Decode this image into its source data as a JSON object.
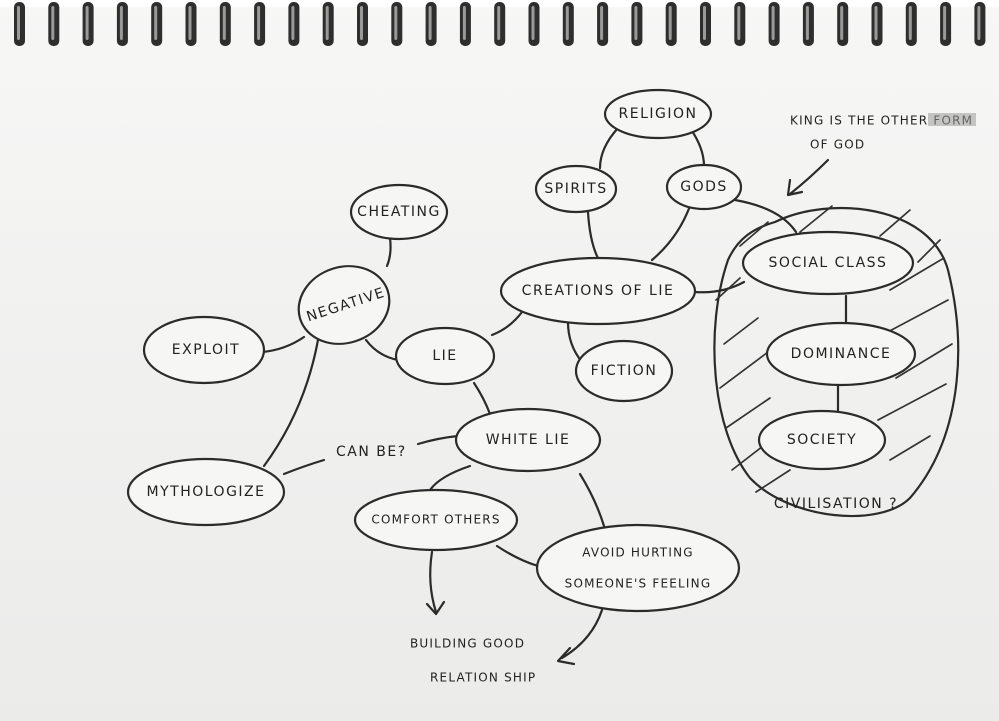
{
  "nodes": {
    "religion": "RELIGION",
    "spirits": "SPIRITS",
    "gods": "GODS",
    "cheating": "CHEATING",
    "negative": "NEGATIVE",
    "creations_of_lie": "CREATIONS OF LIE",
    "social_class": "SOCIAL CLASS",
    "exploit": "EXPLOIT",
    "lie": "LIE",
    "fiction": "FICTION",
    "dominance": "DOMINANCE",
    "society": "SOCIETY",
    "white_lie": "WHITE LIE",
    "mythologize": "MYTHOLOGIZE",
    "comfort_others": "COMFORT OTHERS",
    "avoid_hurting_line1": "AVOID HURTING",
    "avoid_hurting_line2": "SOMEONE'S FEELING"
  },
  "annotations": {
    "king_note_line1": "KING IS THE OTHER FORM",
    "king_note_line2": "OF GOD",
    "can_be": "CAN BE?",
    "civilisation": "CIVILISATION ?",
    "building_line1": "BUILDING GOOD",
    "building_line2": "RELATION SHIP"
  }
}
